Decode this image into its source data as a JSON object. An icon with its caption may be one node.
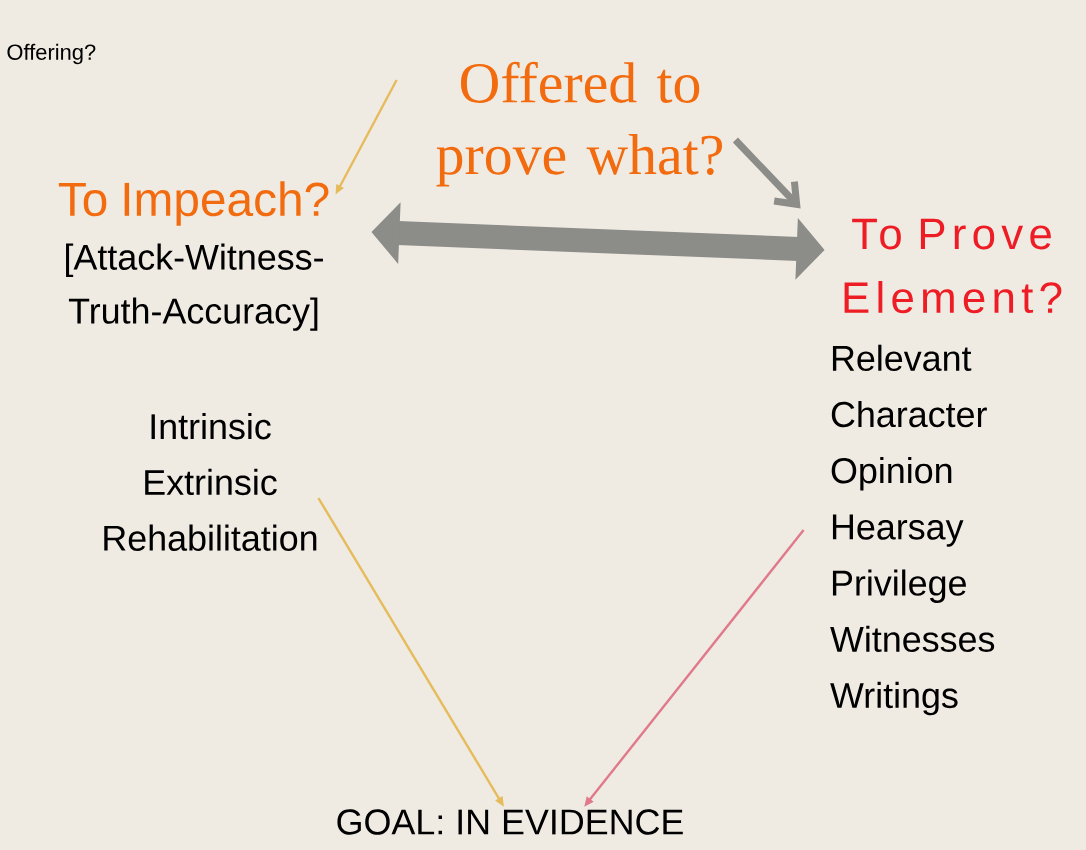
{
  "diagram": {
    "nodes": [
      {
        "text": [
          "Offered to prove what?"
        ]
      },
      {
        "text": [
          "To Impeach?",
          "[Attack-Witness-Truth-Accuracy]"
        ]
      },
      {
        "text": [
          "To Prove Element?"
        ]
      },
      {
        "text": [
          "Intrinsic",
          "Extrinsic",
          "Rehabilitation"
        ]
      },
      {
        "text": [
          "Relevant",
          "Character",
          "Opinion",
          "Hearsay",
          "Privilege",
          "Witnesses",
          "Writings"
        ]
      },
      {
        "text": [
          "GOAL: IN EVIDENCE"
        ]
      }
    ],
    "edges": [
      {
        "from": 0,
        "to": 1,
        "arrow": "to",
        "color": "#e6bb5c"
      },
      {
        "from": 0,
        "to": 2,
        "arrow": "to",
        "style": "thick",
        "color": "#8c8c88"
      },
      {
        "from": 1,
        "to": 2,
        "arrow": "both",
        "style": "thick",
        "color": "#8c8c88"
      },
      {
        "from": 3,
        "to": 5,
        "arrow": "to",
        "color": "#e6bb5c"
      },
      {
        "from": 4,
        "to": 5,
        "arrow": "to",
        "color": "#e07a8b"
      }
    ],
    "labels": [
      "Offering?"
    ]
  }
}
